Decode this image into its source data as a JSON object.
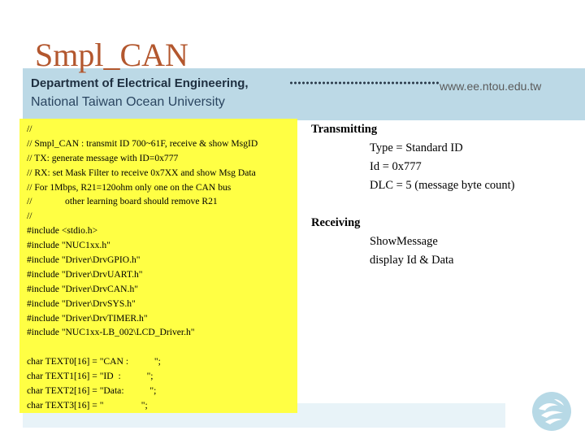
{
  "header": {
    "title": "Smpl_CAN",
    "department": "Department of Electrical Engineering,",
    "website": "www.ee.ntou.edu.tw",
    "university": "National Taiwan Ocean University"
  },
  "code": {
    "comments": [
      "//",
      "// Smpl_CAN : transmit ID 700~61F, receive & show MsgID",
      "// TX: generate message with ID=0x777",
      "// RX: set Mask Filter to receive 0x7XX and show Msg Data",
      "// For 1Mbps, R21=120ohm only one on the CAN bus",
      "//              other learning board should remove R21",
      "//"
    ],
    "includes": [
      "#include <stdio.h>",
      "#include \"NUC1xx.h\"",
      "#include \"Driver\\DrvGPIO.h\"",
      "#include \"Driver\\DrvUART.h\"",
      "#include \"Driver\\DrvCAN.h\"",
      "#include \"Driver\\DrvSYS.h\"",
      "#include \"Driver\\DrvTIMER.h\"",
      "#include \"NUC1xx-LB_002\\LCD_Driver.h\""
    ],
    "declarations": [
      "char TEXT0[16] = \"CAN :           \";",
      "char TEXT1[16] = \"ID  :           \";",
      "char TEXT2[16] = \"Data:           \";",
      "char TEXT3[16] = \"                \";"
    ]
  },
  "notes": {
    "transmitting": {
      "heading": "Transmitting",
      "lines": [
        "Type = Standard ID",
        "Id = 0x777",
        "DLC = 5 (message byte count)"
      ]
    },
    "receiving": {
      "heading": "Receiving",
      "lines": [
        "ShowMessage",
        "display Id & Data"
      ]
    }
  },
  "logo": {
    "icon": "university-wave-logo-icon",
    "color": "#b7d9e6"
  },
  "colors": {
    "title": "#b3572e",
    "code_background": "#ffff44",
    "header_band": "#bcd9e6"
  }
}
